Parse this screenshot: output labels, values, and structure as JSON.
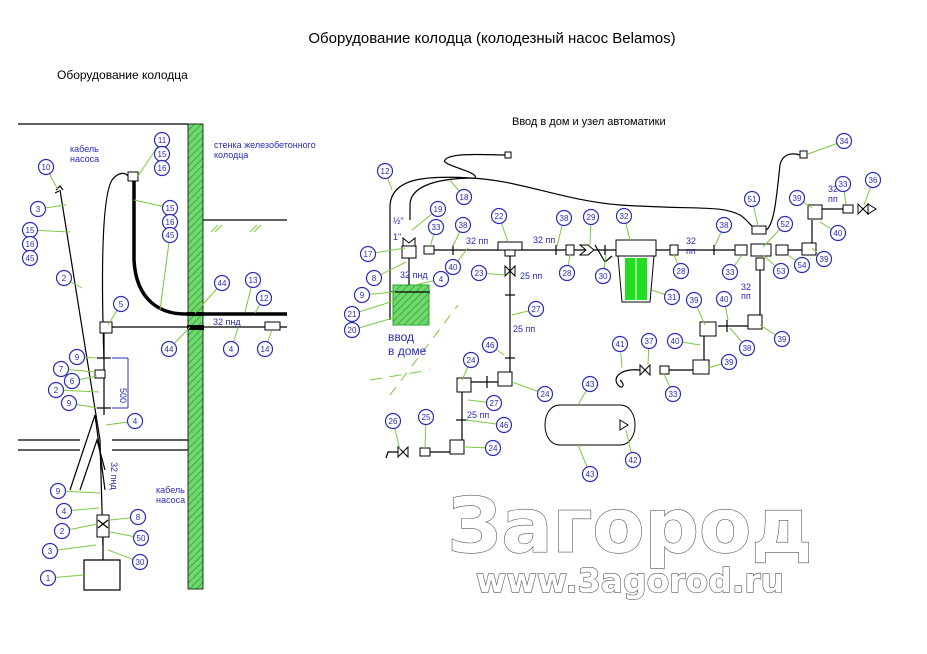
{
  "title": "Оборудование колодца (колодезный насос Belamos)",
  "left_section_title": "Оборудование колодца",
  "right_section_title": "Ввод в дом и узел автоматики",
  "labels": {
    "cable_pump_1": [
      "кабель",
      "насоса"
    ],
    "cable_pump_2": [
      "кабель",
      "насоса"
    ],
    "wall": [
      "стенка железобетонного",
      "колодца"
    ],
    "pipe_32pnd_horizontal": "32 пнд",
    "pipe_32pnd_vertical": "32 пнд",
    "pipe_32pnd_house": "32 пнд",
    "dimension_500": "500",
    "pipe_32pp_1": "32 пп",
    "pipe_32pp_2": "32 пп",
    "pipe_32pp_3": [
      "32",
      "пп"
    ],
    "pipe_32pp_4": [
      "32",
      "пп"
    ],
    "pipe_32pp_5": [
      "32",
      "пп"
    ],
    "pipe_25pp_1": "25 пп",
    "pipe_25pp_2": "25 пп",
    "pipe_25pp_3": "25 пп",
    "inch_1": "1\"",
    "half_inch": "½\"",
    "house_entry": [
      "ввод",
      "в доме"
    ]
  },
  "callouts": [
    "10",
    "3",
    "15",
    "16",
    "45",
    "2",
    "11",
    "15",
    "16",
    "15",
    "16",
    "45",
    "5",
    "44",
    "13",
    "12",
    "44",
    "4",
    "14",
    "9",
    "7",
    "6",
    "2",
    "9",
    "4",
    "9",
    "4",
    "2",
    "3",
    "1",
    "8",
    "50",
    "30",
    "12",
    "18",
    "19",
    "33",
    "38",
    "17",
    "8",
    "4",
    "40",
    "22",
    "38",
    "29",
    "32",
    "23",
    "28",
    "30",
    "9",
    "21",
    "20",
    "27",
    "31",
    "46",
    "24",
    "24",
    "27",
    "46",
    "26",
    "25",
    "24",
    "41",
    "37",
    "43",
    "43",
    "42",
    "33",
    "34",
    "36",
    "39",
    "33",
    "51",
    "38",
    "52",
    "40",
    "39",
    "54",
    "33",
    "53",
    "28",
    "39",
    "40",
    "38",
    "39",
    "40",
    "39"
  ],
  "watermark": {
    "brand": "Загород",
    "url": "www.3agorod.ru"
  },
  "colors": {
    "callout": "#2b2bb8",
    "leader": "#7cc940",
    "wall": "#3fbf3f",
    "filter": "#22dd22"
  }
}
